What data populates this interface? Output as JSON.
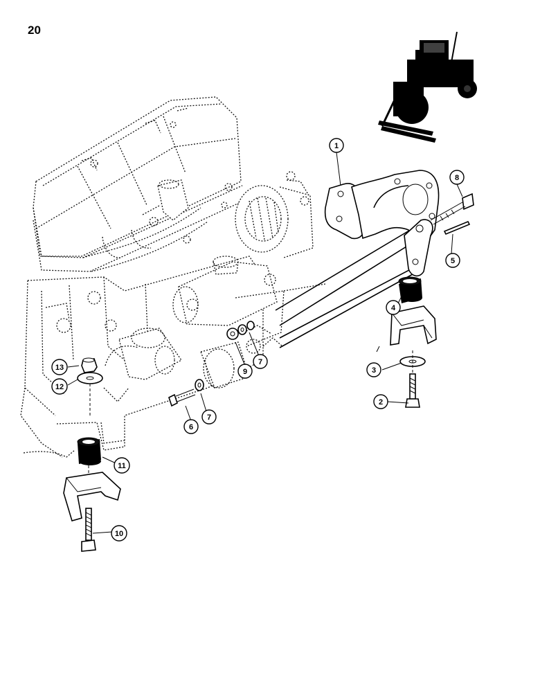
{
  "page": {
    "number": "20"
  },
  "callouts": [
    {
      "id": "c1",
      "label": "1"
    },
    {
      "id": "c2",
      "label": "2"
    },
    {
      "id": "c3",
      "label": "3"
    },
    {
      "id": "c4",
      "label": "4"
    },
    {
      "id": "c5",
      "label": "5"
    },
    {
      "id": "c6",
      "label": "6"
    },
    {
      "id": "c7a",
      "label": "7"
    },
    {
      "id": "c7b",
      "label": "7"
    },
    {
      "id": "c8",
      "label": "8"
    },
    {
      "id": "c9",
      "label": "9"
    },
    {
      "id": "c10",
      "label": "10"
    },
    {
      "id": "c11",
      "label": "11"
    },
    {
      "id": "c12",
      "label": "12"
    },
    {
      "id": "c13",
      "label": "13"
    }
  ]
}
